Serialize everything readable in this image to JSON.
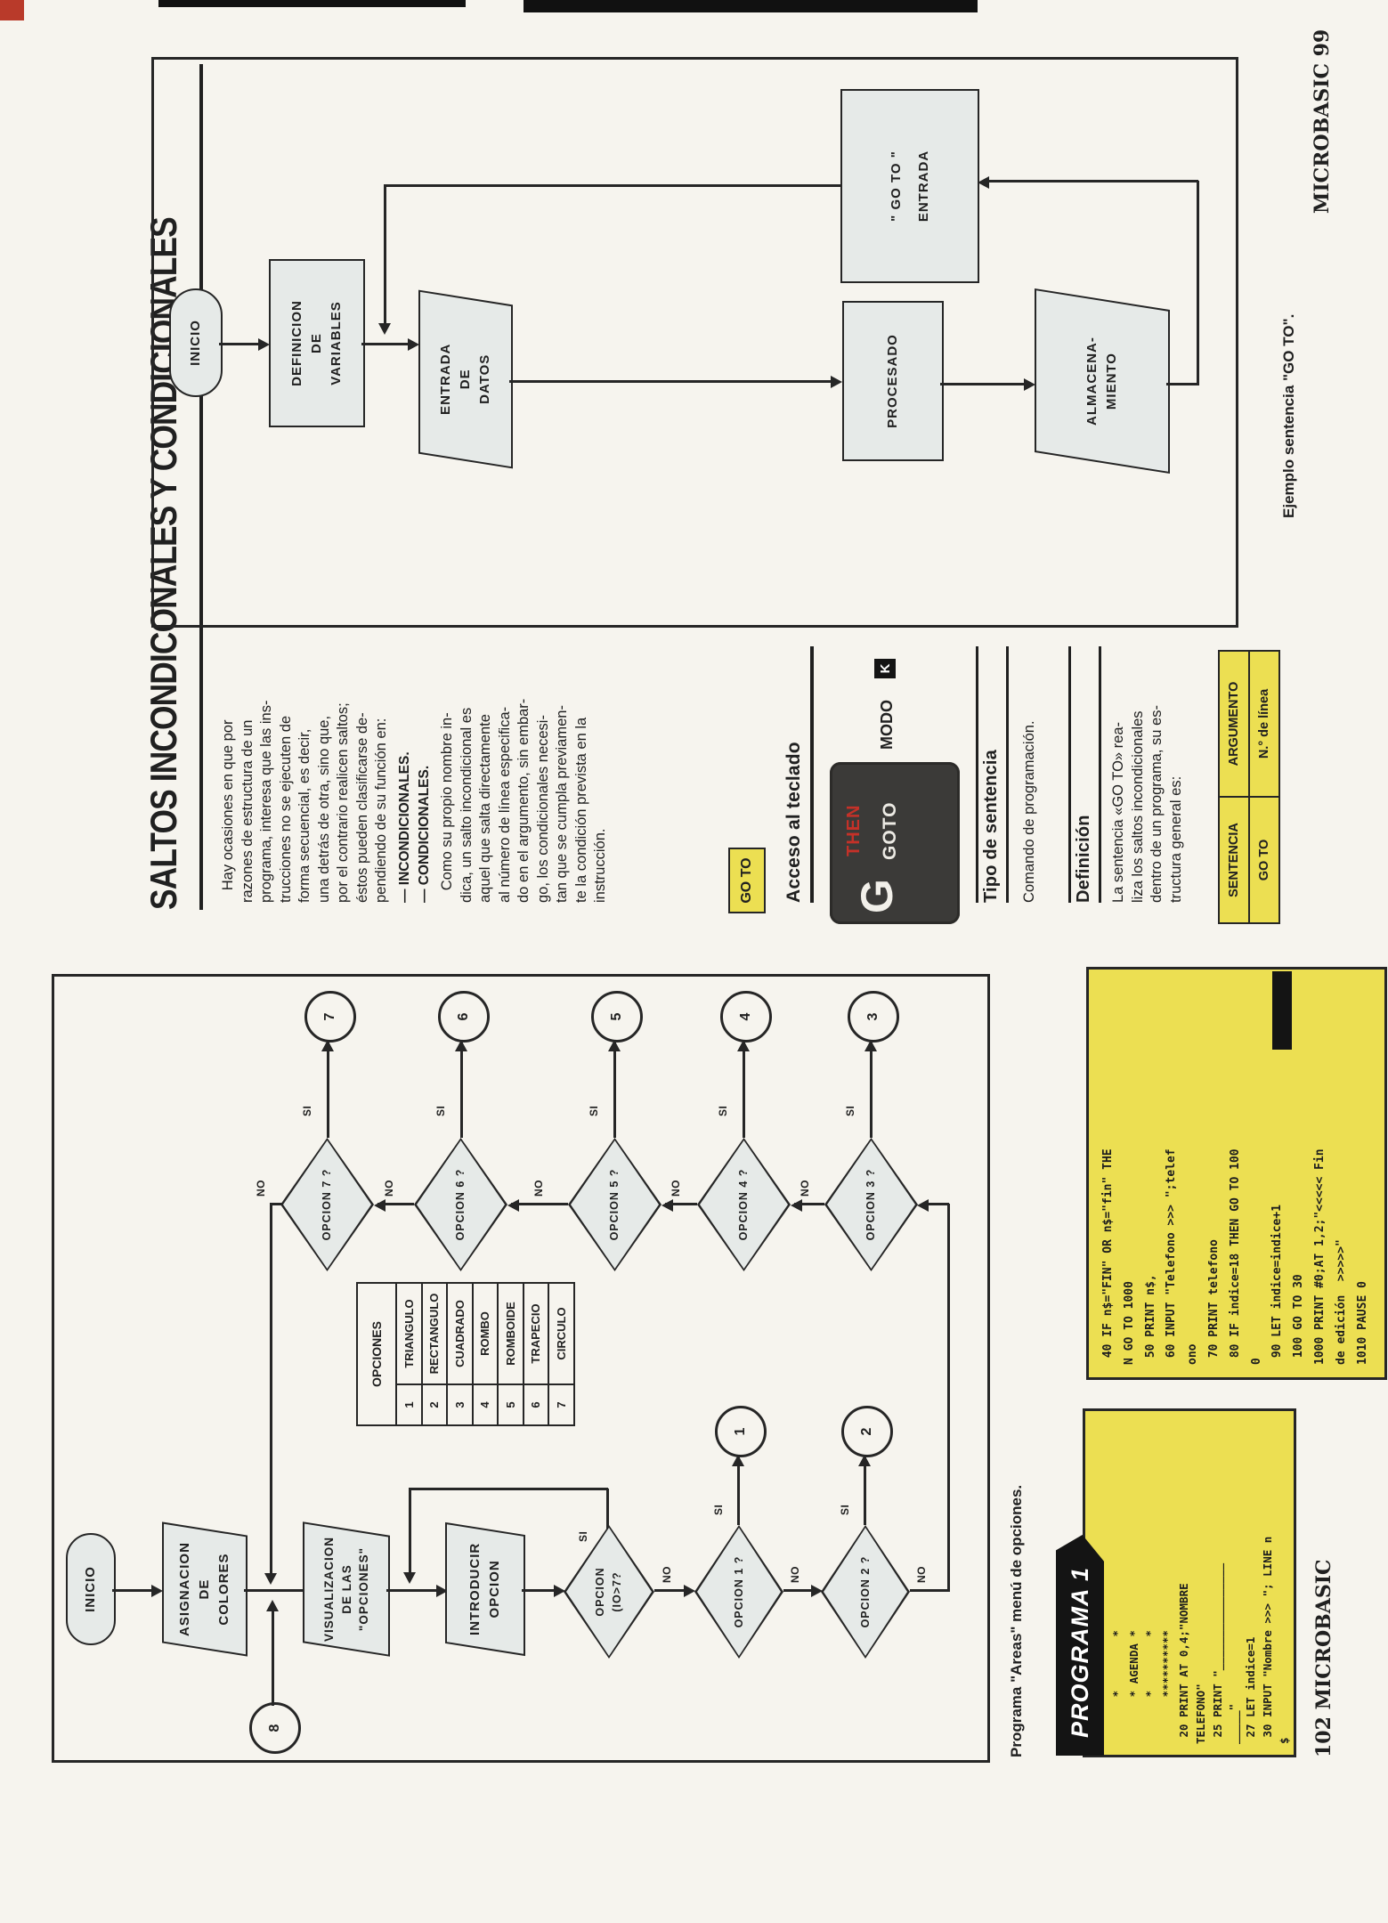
{
  "colors": {
    "paper": "#f6f4ee",
    "listing_yellow": "#ecdf52",
    "shape_fill": "#e6eae8",
    "key_dark": "#3b3a38",
    "key_red": "#c43128",
    "ink": "#202020"
  },
  "page99": {
    "title": "SALTOS INCONDICONALES Y CONDICIONALES",
    "para1": "   Hay ocasiones en que por\nrazones de estructura de un\nprograma, interesa que las ins-\ntrucciones no se ejecuten de\nforma secuencial, es decir,\nuna detrás de otra, sino que,\npor el contrario realicen saltos;\néstos pueden clasificarse de-\npendiendo de su función en:",
    "list": "— INCONDICIONALES.\n— CONDICIONALES.",
    "para2": "   Como su propio nombre in-\ndica, un salto incondicional es\naquel que salta directamente\nal número de línea especifica-\ndo en el argumento, sin embar-\ngo, los condicionales necesi-\ntan que se cumpla previamen-\nte la condición prevista en la\ninstrucción.",
    "goto_badge": "GO TO",
    "acceso_heading": "Acceso al teclado",
    "key": {
      "letter": "G",
      "top_word": "THEN",
      "bottom_word": "GOTO"
    },
    "modo_label": "MODO",
    "modo_key": "K",
    "tipo_heading": "Tipo de sentencia",
    "tipo_text": "Comando de programación.",
    "definicion_heading": "Definición",
    "definicion_text": "La sentencia «GO TO» rea-\nliza los saltos incondicionales\ndentro de un programa, su es-\ntructura general es:",
    "table": {
      "col1_header": "SENTENCIA",
      "col2_header": "ARGUMENTO",
      "col1_value": "GO TO",
      "col2_value": "N.° de línea"
    },
    "flowchart": {
      "inicio": "INICIO",
      "definicion": "DEFINICION\nDE\nVARIABLES",
      "entrada": "ENTRADA\nDE\nDATOS",
      "procesado": "PROCESADO",
      "goto_entrada": "\" GO TO \"\nENTRADA",
      "almacena": "ALMACENA-\nMIENTO"
    },
    "caption": "Ejemplo sentencia \"GO TO\".",
    "footer": "MICROBASIC 99"
  },
  "page102": {
    "flowchart": {
      "inicio": "INICIO",
      "asignacion": "ASIGNACION\nDE\nCOLORES",
      "visualizacion": "VISUALIZACION\nDE LAS\n\"OPCIONES\"",
      "introducir": "INTRODUCIR\nOPCION",
      "d_io": "OPCION\n(IO>7?",
      "d1": "OPCION 1 ?",
      "d2": "OPCION 2 ?",
      "d3": "OPCION 3 ?",
      "d4": "OPCION 4 ?",
      "d5": "OPCION 5 ?",
      "d6": "OPCION 6 ?",
      "d7": "OPCION 7 ?",
      "si": "SI",
      "no": "NO",
      "c1": "1",
      "c2": "2",
      "c3": "3",
      "c4": "4",
      "c5": "5",
      "c6": "6",
      "c7": "7",
      "c8": "8"
    },
    "options_table": {
      "header": "OPCIONES",
      "rows": [
        {
          "num": "1",
          "label": "TRIANGULO"
        },
        {
          "num": "2",
          "label": "RECTANGULO"
        },
        {
          "num": "3",
          "label": "CUADRADO"
        },
        {
          "num": "4",
          "label": "ROMBO"
        },
        {
          "num": "5",
          "label": "ROMBOIDE"
        },
        {
          "num": "6",
          "label": "TRAPECIO"
        },
        {
          "num": "7",
          "label": "CIRCULO"
        }
      ]
    },
    "caption": "Programa \"Areas\" menú de opciones.",
    "banner": "PROGRAMA 1",
    "listing1": " 10 REM **********\n       *        *\n       * AGENDA *\n       *        *\n       **********\n 20 PRINT AT 0,4;\"NOMBRE\nTELEFONO\"\n 25 PRINT \"________________\n_____\"\n 27 LET indice=1\n 30 INPUT \"Nombre >>> \"; LINE n\n$",
    "listing2": " 40 IF n$=\"FIN\" OR n$=\"fin\" THE\nN GO TO 1000\n 50 PRINT n$,\n 60 INPUT \"Telefono >>> \";telef\nono\n 70 PRINT telefono\n 80 IF indice=18 THEN GO TO 100\n0\n 90 LET indice=indice+1\n 100 GO TO 30\n1000 PRINT #0;AT 1,2;\"<<<<< Fin\nde edición  >>>>>\"\n1010 PAUSE 0",
    "footer": "102 MICROBASIC"
  }
}
